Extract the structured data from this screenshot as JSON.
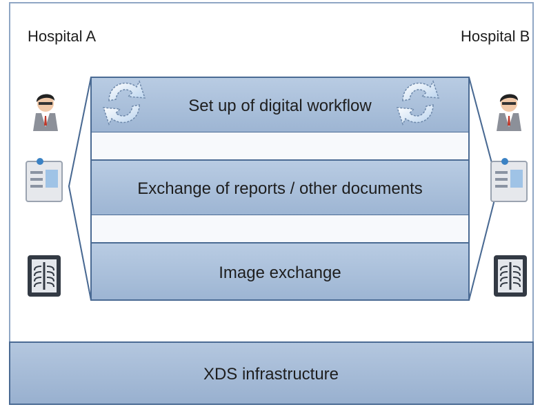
{
  "diagram": {
    "hospital_left": "Hospital A",
    "hospital_right": "Hospital B",
    "bands": [
      "Set up of digital workflow",
      "Exchange of reports / other documents",
      "Image exchange"
    ],
    "infrastructure": "XDS infrastructure",
    "icons": [
      "doctor-icon",
      "id-card-icon",
      "chest-xray-icon"
    ],
    "colors": {
      "band_fill": "#a9bfd9",
      "band_border": "#4a6a93",
      "gap_fill": "#f7f9fc",
      "infra_fill": "#a9bfd9",
      "frame": "#8fa6c4"
    }
  }
}
